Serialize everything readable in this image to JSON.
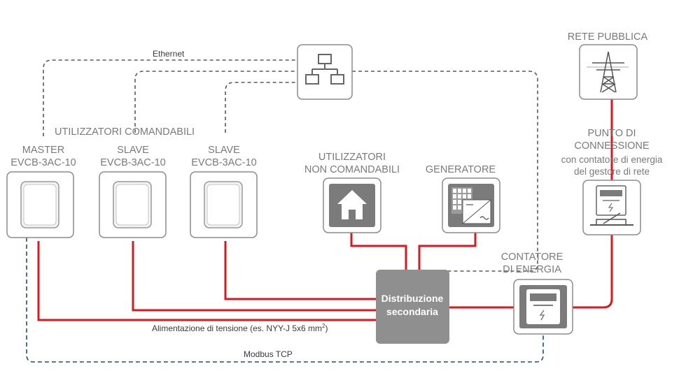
{
  "diagram": {
    "ethernet": "Ethernet",
    "utilizzatori_comandabili": "UTILIZZATORI COMANDABILI",
    "master": {
      "line1": "MASTER",
      "line2": "EVCB-3AC-10"
    },
    "slave1": {
      "line1": "SLAVE",
      "line2": "EVCB-3AC-10"
    },
    "slave2": {
      "line1": "SLAVE",
      "line2": "EVCB-3AC-10"
    },
    "non_comandabili": {
      "line1": "UTILIZZATORI",
      "line2": "NON COMANDABILI"
    },
    "generatore": "GENERATORE",
    "rete_pubblica": "RETE PUBBLICA",
    "punto": {
      "line1": "PUNTO DI",
      "line2": "CONNESSIONE",
      "line3": "con contatore di energia",
      "line4": "del gestore di rete"
    },
    "contatore": {
      "line1": "CONTATORE",
      "line2": "DI ENERGIA"
    },
    "distribuzione": {
      "line1": "Distribuzione",
      "line2": "secondaria"
    },
    "alimentazione": "Alimentazione di tensione (es. NYY-J 5x6 mm",
    "alimentazione_sup": "2",
    "alimentazione_end": ")",
    "modbus": "Modbus TCP"
  }
}
